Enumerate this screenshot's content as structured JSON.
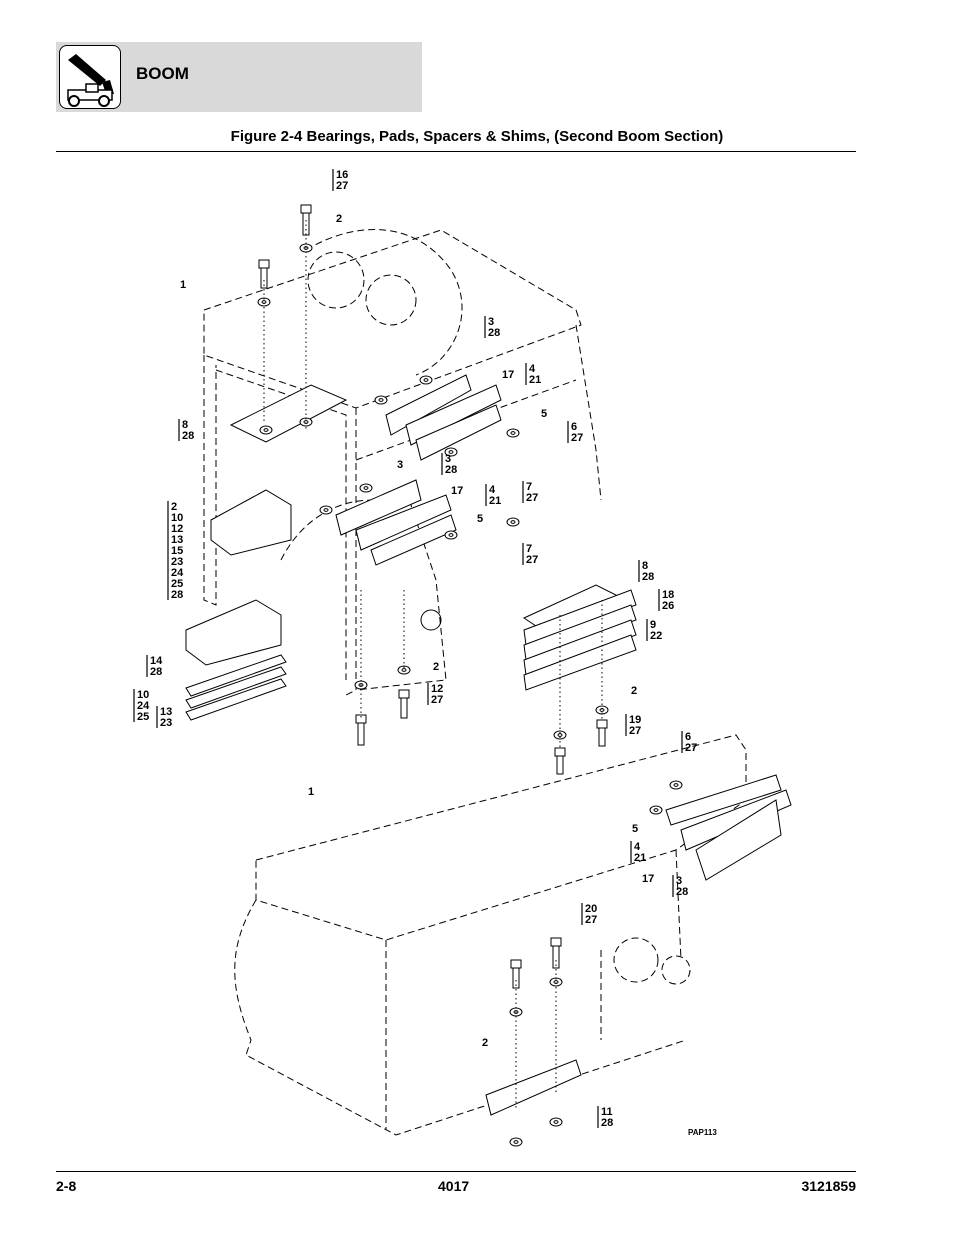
{
  "header": {
    "section_title": "BOOM"
  },
  "figure": {
    "title": "Figure 2-4 Bearings, Pads, Spacers & Shims, (Second Boom Section)",
    "drawing_code": "PAP113",
    "callouts": [
      [
        "16",
        "27"
      ],
      [
        "2"
      ],
      [
        "1"
      ],
      [
        "3",
        "28"
      ],
      [
        "17"
      ],
      [
        "4",
        "21"
      ],
      [
        "5"
      ],
      [
        "6",
        "27"
      ],
      [
        "8",
        "28"
      ],
      [
        "3"
      ],
      [
        "3",
        "28"
      ],
      [
        "17"
      ],
      [
        "4",
        "21"
      ],
      [
        "5"
      ],
      [
        "7",
        "27"
      ],
      [
        "7",
        "27"
      ],
      [
        "2",
        "10",
        "12",
        "13",
        "15",
        "23",
        "24",
        "25",
        "28"
      ],
      [
        "8",
        "28"
      ],
      [
        "18",
        "26"
      ],
      [
        "9",
        "22"
      ],
      [
        "14",
        "28"
      ],
      [
        "2"
      ],
      [
        "12",
        "27"
      ],
      [
        "10",
        "24",
        "25"
      ],
      [
        "13",
        "23"
      ],
      [
        "2"
      ],
      [
        "19",
        "27"
      ],
      [
        "6",
        "27"
      ],
      [
        "1"
      ],
      [
        "5"
      ],
      [
        "4",
        "21"
      ],
      [
        "17"
      ],
      [
        "3",
        "28"
      ],
      [
        "20",
        "27"
      ],
      [
        "2"
      ],
      [
        "11",
        "28"
      ]
    ]
  },
  "footer": {
    "page_number": "2-8",
    "model": "4017",
    "part_number": "3121859"
  }
}
